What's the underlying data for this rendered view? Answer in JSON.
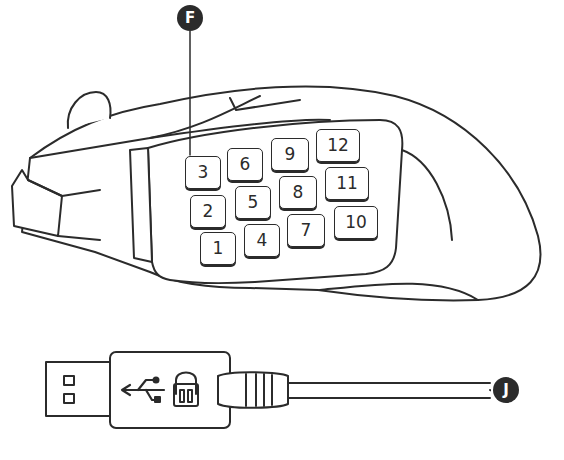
{
  "diagram": {
    "nodes": [
      {
        "text": [
          "F"
        ]
      },
      {
        "text": [
          "3"
        ]
      },
      {
        "text": [
          "6"
        ]
      },
      {
        "text": [
          "9"
        ]
      },
      {
        "text": [
          "12"
        ]
      },
      {
        "text": [
          "2"
        ]
      },
      {
        "text": [
          "5"
        ]
      },
      {
        "text": [
          "8"
        ]
      },
      {
        "text": [
          "11"
        ]
      },
      {
        "text": [
          "1"
        ]
      },
      {
        "text": [
          "4"
        ]
      },
      {
        "text": [
          "7"
        ]
      },
      {
        "text": [
          "10"
        ]
      },
      {
        "text": [
          "J"
        ]
      }
    ],
    "edges": [
      {
        "from": 0,
        "to": 1,
        "arrow": "none"
      }
    ]
  }
}
